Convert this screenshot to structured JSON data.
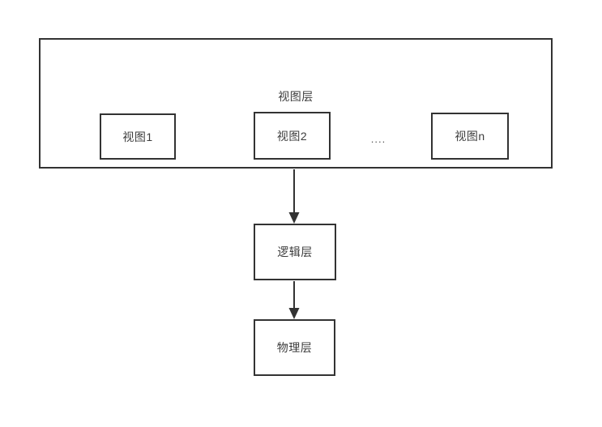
{
  "diagram": {
    "view_layer": {
      "label": "视图层",
      "views": [
        {
          "label": "视图1"
        },
        {
          "label": "视图2"
        },
        {
          "label": "视图n"
        }
      ],
      "ellipsis": "...."
    },
    "logic_layer": {
      "label": "逻辑层"
    },
    "physical_layer": {
      "label": "物理层"
    }
  },
  "colors": {
    "line": "#333333",
    "text": "#3d3d3d",
    "ellipsis_text": "#555555",
    "background": "#ffffff"
  }
}
